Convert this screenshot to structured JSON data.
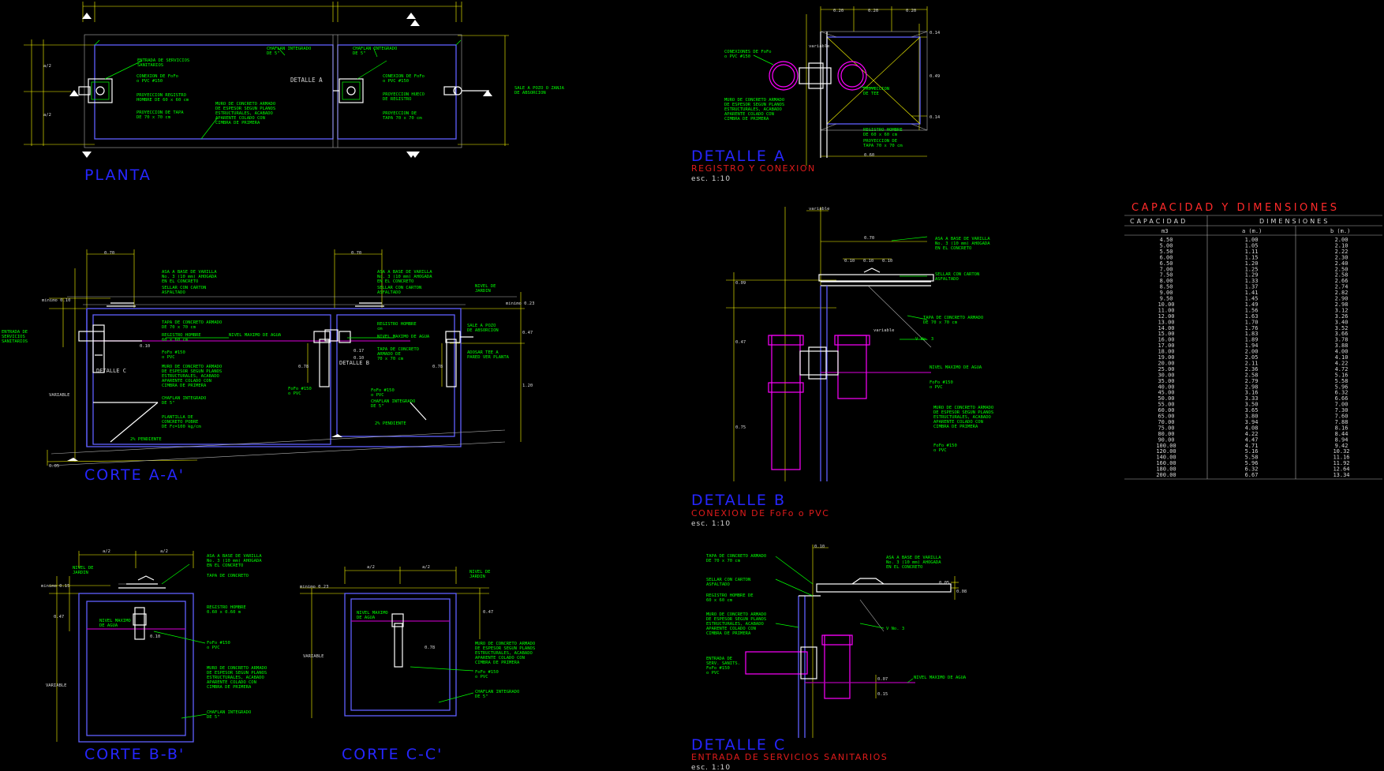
{
  "views": {
    "planta": {
      "title": "PLANTA",
      "dims": {
        "a2_top": "a/2",
        "a2_bot": "a/2"
      },
      "notes": {
        "entrada": [
          "ENTRADA DE SERVICIOS",
          "SANITARIOS"
        ],
        "conexion1": [
          "CONEXION DE FoFo",
          "o PVC #150"
        ],
        "proy_reg": [
          "PROYECCION REGISTRO",
          "HOMBRE DE 60 x 60 cm"
        ],
        "proy_tapa": [
          "PROYECCION DE TAPA",
          "DE 70 x 70 cm"
        ],
        "muro": [
          "MURO DE CONCRETO ARMADO",
          "DE ESPESOR SEGUN PLANOS",
          "ESTRUCTURALES, ACABADO",
          "APARENTE COLADO CON",
          "CIMBRA DE PRIMERA"
        ],
        "chaflan1": [
          "CHAFLAN INTEGRADO",
          "DE 5\""
        ],
        "chaflan2": [
          "CHAFLAN INTEGRADO",
          "DE 5\""
        ],
        "conexion2": [
          "CONEXION DE FoFo",
          "o PVC #150"
        ],
        "detalle_a": "DETALLE  A",
        "proy_hueco": [
          "PROYECCION HUECO",
          "DE REGISTRO"
        ],
        "proy_tapa2": [
          "PROYECCION DE",
          "TAPA 70 x 70 cm"
        ],
        "sale": [
          "SALE A POZO O ZANJA",
          "DE ABSORCION"
        ]
      }
    },
    "corte_aa": {
      "title": "CORTE  A-A'",
      "dims": {
        "min010": "minimo 0.10",
        "min023": "minimo 0.23",
        "d047": "0.47",
        "d120": "1.20",
        "d078a": "0.78",
        "d078b": "0.78",
        "d017": "0.17",
        "d010": "0.10",
        "d010b": "0.10",
        "variable": "VARIABLE",
        "d070a": "0.70",
        "d070b": "0.70",
        "d005": "0.05"
      },
      "notes": {
        "entrada": [
          "ENTRADA DE",
          "SERVICIOS",
          "SANITARIOS"
        ],
        "asa1": [
          "ASA A BASE DE VARILLA",
          "No. 3 (10 mm) AHOGADA",
          "EN EL CONCRETO"
        ],
        "sellar1": [
          "SELLAR CON CARTON",
          "ASFALTADO"
        ],
        "tapa": [
          "TAPA DE CONCRETO ARMADO",
          "DE 70 x 70 cm"
        ],
        "reg_hombre": [
          "REGISTRO HOMBRE",
          "60 x 60 cm"
        ],
        "nivel_max": "NIVEL MAXIMO DE AGUA",
        "fofo1": [
          "FoFo #150",
          "o PVC"
        ],
        "detalle_c": "DETALLE  C",
        "muro": [
          "MURO DE CONCRETO ARMADO",
          "DE ESPESOR SEGUN PLANOS",
          "ESTRUCTURALES, ACABADO",
          "APARENTE COLADO CON",
          "CIMBRA DE PRIMERA"
        ],
        "chaflan": [
          "CHAFLAN INTEGRADO",
          "DE 5\""
        ],
        "plantilla": [
          "PLANTILLA DE",
          "CONCRETO POBRE",
          "DE Fc=100 kg/cm"
        ],
        "pendiente": "2% PENDIENTE",
        "asa2": [
          "ASA A BASE DE VARILLA",
          "No. 3 (10 mm) AHOGADA",
          "EN EL CONCRETO"
        ],
        "sellar2": [
          "SELLAR CON CARTON",
          "ASFALTADO"
        ],
        "nivel_jardin": [
          "NIVEL DE",
          "JARDIN"
        ],
        "reg_hombre2": [
          "REGISTRO HOMBRE",
          "cm"
        ],
        "nivel_max2": "NIVEL MAXIMO DE AGUA",
        "tapa2": [
          "TAPA DE CONCRETO",
          "ARMADO DE",
          "70 x 70 cm"
        ],
        "detalle_b": "DETALLE  B",
        "fofo2": [
          "FoFo #150",
          "o PVC"
        ],
        "fofo3": [
          "FoFo #150",
          "o PVC"
        ],
        "chaflan2": [
          "CHAFLAN INTEGRADO",
          "DE 5\""
        ],
        "pendiente2": "2% PENDIENTE",
        "sale": [
          "SALE A POZO",
          "DE ABSORCION"
        ],
        "adosar": [
          "ADOSAR TEE A",
          "PARED VER PLANTA"
        ]
      }
    },
    "corte_bb": {
      "title": "CORTE  B-B'",
      "dims": {
        "a2a": "a/2",
        "a2b": "a/2",
        "min015": "minimo 0.15",
        "d047": "0.47",
        "d010": "0.10",
        "variable": "VARIABLE"
      },
      "notes": {
        "nivel_jardin": [
          "NIVEL DE",
          "JARDIN"
        ],
        "asa": [
          "ASA A BASE DE VARILLA",
          "No. 3 (10 mm) AHOGADA",
          "EN EL CONCRETO"
        ],
        "tapa": "TAPA DE CONCRETO",
        "reg_hombre": [
          "REGISTRO HOMBRE",
          "0.60 x 0.60 m"
        ],
        "nivel_max": [
          "NIVEL MAXIMO",
          "DE AGUA"
        ],
        "fofo": [
          "FoFo #150",
          "o PVC"
        ],
        "muro": [
          "MURO DE CONCRETO ARMADO",
          "DE ESPESOR SEGUN PLANOS",
          "ESTRUCTURALES, ACABADO",
          "APARENTE COLADO CON",
          "CIMBRA DE PRIMERA"
        ],
        "chaflan": [
          "CHAFLAN INTEGRADO",
          "DE 5\""
        ]
      }
    },
    "corte_cc": {
      "title": "CORTE  C-C'",
      "dims": {
        "a2a": "a/2",
        "a2b": "a/2",
        "min023": "minimo 0.23",
        "d047": "0.47",
        "d078": "0.78",
        "variable": "VARIABLE"
      },
      "notes": {
        "nivel_jardin": [
          "NIVEL DE",
          "JARDIN"
        ],
        "nivel_max": [
          "NIVEL MAXIMO",
          "DE AGUA"
        ],
        "muro": [
          "MURO DE CONCRETO ARMADO",
          "DE ESPESOR SEGUN PLANOS",
          "ESTRUCTURALES, ACABADO",
          "APARENTE COLADO CON",
          "CIMBRA DE PRIMERA"
        ],
        "fofo": [
          "FoFo #150",
          "o PVC"
        ],
        "chaflan": [
          "CHAFLAN INTEGRADO",
          "DE 5\""
        ]
      }
    },
    "detalle_a": {
      "title": "DETALLE   A",
      "subtitle": "REGISTRO Y CONEXION",
      "esc": "esc. 1:10",
      "dims": {
        "d020a": "0.20",
        "d020b": "0.20",
        "d020c": "0.20",
        "d014a": "0.14",
        "d014b": "0.14",
        "d049": "0.49",
        "d060": "0.60",
        "variable": "variable"
      },
      "notes": {
        "conexiones": [
          "CONEXIONES DE FoFo",
          "o PVC #150"
        ],
        "muro": [
          "MURO DE CONCRETO ARMADO",
          "DE ESPESOR SEGUN PLANOS",
          "ESTRUCTURALES, ACABADO",
          "APARENTE COLADO CON",
          "CIMBRA DE PRIMERA"
        ],
        "proyeccion": [
          "PROYECCION",
          "DE TEE"
        ],
        "reg_hombre": [
          "REGISTRO HOMBRE",
          "DE 60 x 60 cm"
        ],
        "proy_tapa": [
          "PROYECCION DE",
          "TAPA 70 x 70 cm"
        ]
      }
    },
    "detalle_b": {
      "title": "DETALLE   B",
      "subtitle": "CONEXION DE FoFo o PVC",
      "esc": "esc. 1:10",
      "dims": {
        "variable_top": "variable",
        "d070": "0.70",
        "d010a": "0.10",
        "d010b": "0.10",
        "d010c": "0.10",
        "d009": "0.09",
        "d047": "0.47",
        "d075": "0.75",
        "variable_side": "variable"
      },
      "notes": {
        "asa": [
          "ASA A BASE DE VARILLA",
          "No. 3 (10 mm) AHOGADA",
          "EN EL CONCRETO"
        ],
        "sellar": [
          "SELLAR CON CARTON",
          "ASFALTADO"
        ],
        "tapa": [
          "TAPA DE CONCRETO ARMADO",
          "DE 70 x 70 cm"
        ],
        "vno3": "V No. 3",
        "nivel_max": "NIVEL MAXIMO DE AGUA",
        "fofo1": [
          "FoFo #150",
          "o PVC"
        ],
        "muro": [
          "MURO DE CONCRETO ARMADO",
          "DE ESPESOR SEGUN PLANOS",
          "ESTRUCTURALES, ACABADO",
          "APARENTE COLADO CON",
          "CIMBRA DE PRIMERA"
        ],
        "fofo2": [
          "FoFo #150",
          "o PVC"
        ]
      }
    },
    "detalle_c": {
      "title": "DETALLE   C",
      "subtitle": "ENTRADA DE SERVICIOS SANITARIOS",
      "esc": "esc. 1:10",
      "dims": {
        "d010": "0.10",
        "d005": "0.05",
        "d008": "0.08",
        "d007": "0.07",
        "d015": "0.15"
      },
      "notes": {
        "tapa": [
          "TAPA DE CONCRETO ARMADO",
          "DE 70 x 70 cm"
        ],
        "asa": [
          "ASA A BASE DE VARILLA",
          "No. 3 (10 mm) AHOGADA",
          "EN EL CONCRETO"
        ],
        "sellar": [
          "SELLAR CON CARTON",
          "ASFALTADO"
        ],
        "reg_hombre": [
          "REGISTRO HOMBRE DE",
          "60 x 60 cm"
        ],
        "muro": [
          "MURO DE CONCRETO ARMADO",
          "DE ESPESOR SEGUN PLANOS",
          "ESTRUCTURALES, ACABADO",
          "APARENTE COLADO CON",
          "CIMBRA DE PRIMERA"
        ],
        "vno3": "V No. 3",
        "entrada": [
          "ENTRADA DE",
          "SERV. SANITS.",
          "FoFo #150",
          "o PVC"
        ],
        "nivel_max": "NIVEL MAXIMO DE AGUA"
      }
    }
  },
  "table": {
    "title": "CAPACIDAD  Y  DIMENSIONES",
    "col_capacidad": "CAPACIDAD",
    "col_dimensiones": "DIMENSIONES",
    "sub_m3": "m3",
    "sub_a": "a (m.)",
    "sub_b": "b (m.)",
    "rows": [
      [
        "4.50",
        "1.00",
        "2.00"
      ],
      [
        "5.00",
        "1.05",
        "2.10"
      ],
      [
        "5.50",
        "1.11",
        "2.22"
      ],
      [
        "6.00",
        "1.15",
        "2.30"
      ],
      [
        "6.50",
        "1.20",
        "2.40"
      ],
      [
        "7.00",
        "1.25",
        "2.50"
      ],
      [
        "7.50",
        "1.29",
        "2.58"
      ],
      [
        "8.00",
        "1.33",
        "2.66"
      ],
      [
        "8.50",
        "1.37",
        "2.74"
      ],
      [
        "9.00",
        "1.41",
        "2.82"
      ],
      [
        "9.50",
        "1.45",
        "2.90"
      ],
      [
        "10.00",
        "1.49",
        "2.98"
      ],
      [
        "11.00",
        "1.56",
        "3.12"
      ],
      [
        "12.00",
        "1.63",
        "3.26"
      ],
      [
        "13.00",
        "1.70",
        "3.40"
      ],
      [
        "14.00",
        "1.76",
        "3.52"
      ],
      [
        "15.00",
        "1.83",
        "3.66"
      ],
      [
        "16.00",
        "1.89",
        "3.78"
      ],
      [
        "17.00",
        "1.94",
        "3.88"
      ],
      [
        "18.00",
        "2.00",
        "4.00"
      ],
      [
        "19.00",
        "2.05",
        "4.10"
      ],
      [
        "20.00",
        "2.11",
        "4.22"
      ],
      [
        "25.00",
        "2.36",
        "4.72"
      ],
      [
        "30.00",
        "2.58",
        "5.16"
      ],
      [
        "35.00",
        "2.79",
        "5.58"
      ],
      [
        "40.00",
        "2.98",
        "5.96"
      ],
      [
        "45.00",
        "3.16",
        "6.32"
      ],
      [
        "50.00",
        "3.33",
        "6.66"
      ],
      [
        "55.00",
        "3.50",
        "7.00"
      ],
      [
        "60.00",
        "3.65",
        "7.30"
      ],
      [
        "65.00",
        "3.80",
        "7.60"
      ],
      [
        "70.00",
        "3.94",
        "7.88"
      ],
      [
        "75.00",
        "4.08",
        "8.16"
      ],
      [
        "80.00",
        "4.22",
        "8.44"
      ],
      [
        "90.00",
        "4.47",
        "8.94"
      ],
      [
        "100.00",
        "4.71",
        "9.42"
      ],
      [
        "120.00",
        "5.16",
        "10.32"
      ],
      [
        "140.00",
        "5.58",
        "11.16"
      ],
      [
        "160.00",
        "5.96",
        "11.92"
      ],
      [
        "180.00",
        "6.32",
        "12.64"
      ],
      [
        "200.00",
        "6.67",
        "13.34"
      ]
    ]
  },
  "colors": {
    "background": "#000000",
    "title_blue": "#2626ff",
    "subtitle_red": "#e01b1b",
    "note_green": "#00ff00",
    "dim_white": "#d8d8d8",
    "wall_white": "#ffffff",
    "pipe_magenta": "#ff00ff",
    "water_magenta": "#b000b0"
  }
}
